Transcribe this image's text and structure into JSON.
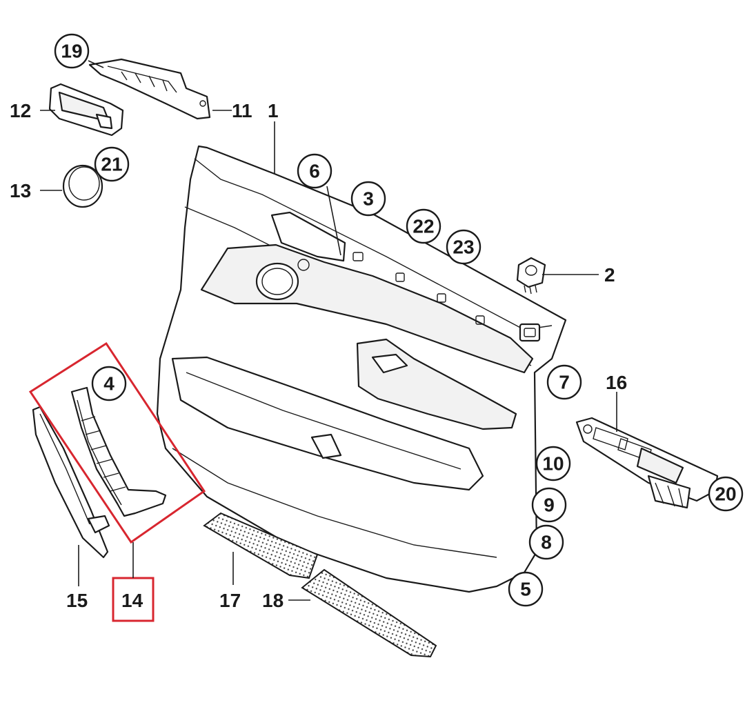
{
  "diagram": {
    "highlight_color": "#d8262f",
    "callouts_circled": [
      "19",
      "21",
      "6",
      "3",
      "22",
      "23",
      "4",
      "7",
      "10",
      "9",
      "8",
      "5",
      "20"
    ],
    "labels_plain": [
      "12",
      "11",
      "1",
      "13",
      "2",
      "16",
      "15",
      "17",
      "18"
    ],
    "label_highlighted": "14",
    "parts": {
      "p1": "1",
      "p2": "2",
      "p3": "3",
      "p4": "4",
      "p5": "5",
      "p6": "6",
      "p7": "7",
      "p8": "8",
      "p9": "9",
      "p10": "10",
      "p11": "11",
      "p12": "12",
      "p13": "13",
      "p14": "14",
      "p15": "15",
      "p16": "16",
      "p17": "17",
      "p18": "18",
      "p19": "19",
      "p20": "20",
      "p21": "21",
      "p22": "22",
      "p23": "23"
    }
  }
}
